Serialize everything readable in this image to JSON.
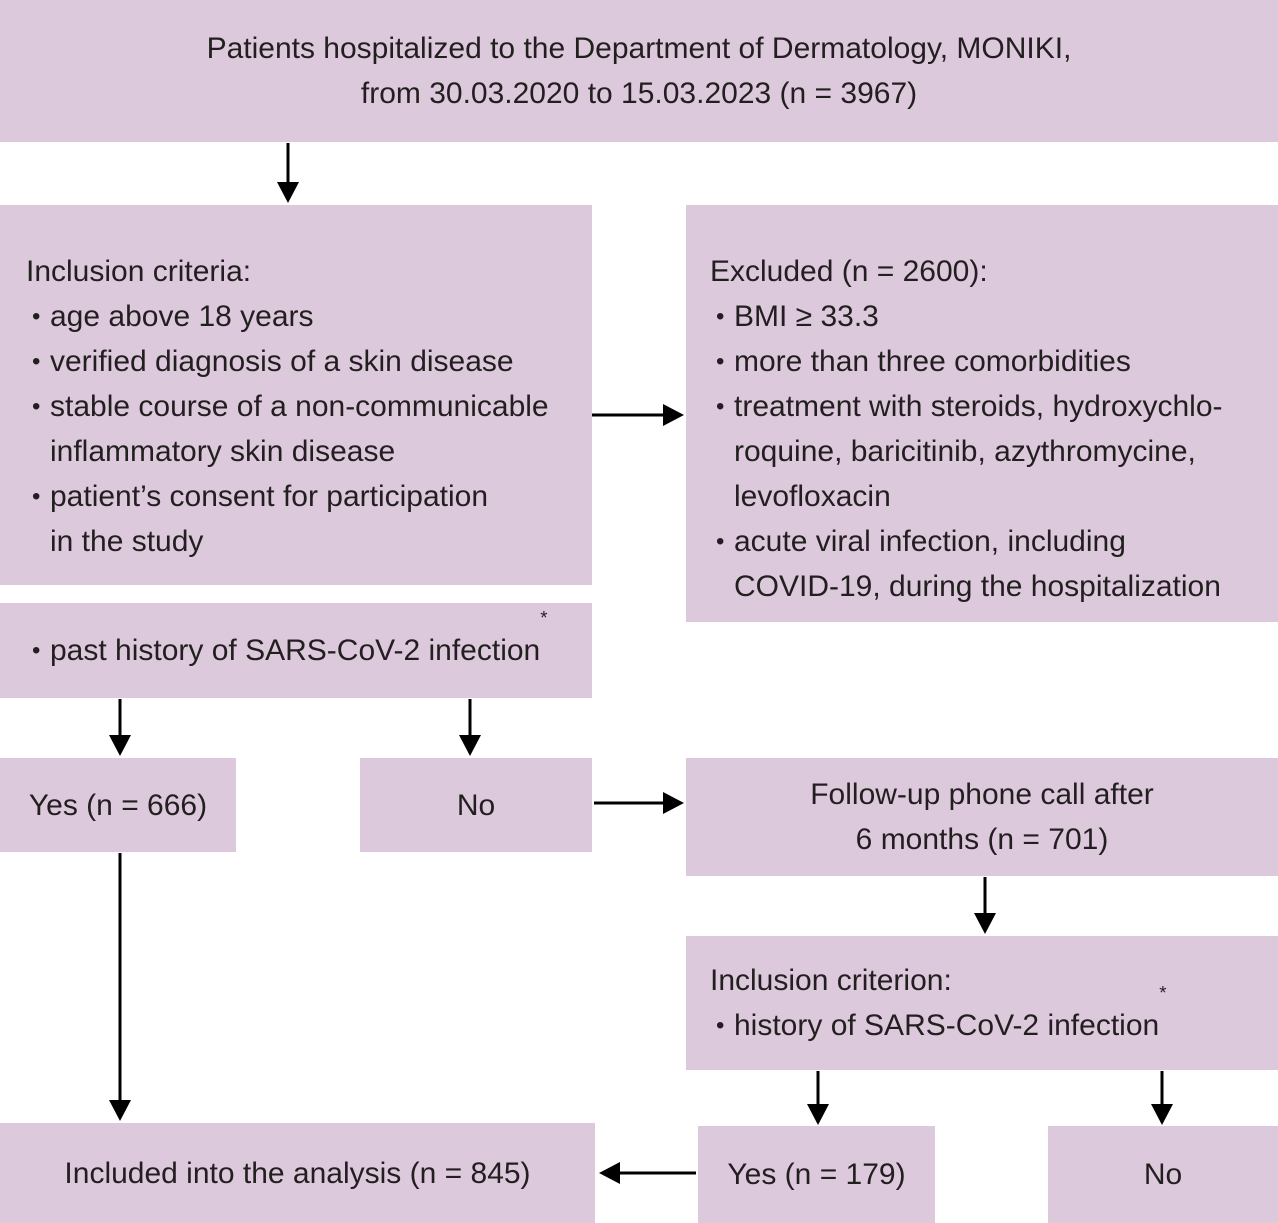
{
  "title_box": {
    "text": "Patients hospitalized to the Department of Dermatology, MONIKI,\nfrom 30.03.2020 to 15.03.2023 (n = 3967)"
  },
  "inclusion_box": {
    "heading": "Inclusion criteria:",
    "bullets": [
      "age above 18 years",
      "verified diagnosis of a skin disease",
      "stable course of a non-communicable\ninflammatory skin disease",
      "patient’s consent for participation\nin the study"
    ]
  },
  "excluded_box": {
    "heading": "Excluded (n = 2600):",
    "bullets": [
      "BMI ≥ 33.3",
      "more than three comorbidities",
      "treatment with steroids, hydroxychlo-\nroquine, baricitinib, azythromycine,\nlevofloxacin",
      "acute viral infection, including\nCOVID-19, during the hospitalization"
    ]
  },
  "past_history_box": {
    "bullet_text": "past history of SARS-CoV-2 infection",
    "superscript": "*"
  },
  "yes_666_box": {
    "label": "Yes (n = 666)"
  },
  "no_box_1": {
    "label": "No"
  },
  "followup_box": {
    "text": "Follow-up phone call after\n6 months (n = 701)"
  },
  "criterion_box": {
    "heading": "Inclusion criterion:",
    "bullet_text": "history of SARS-CoV-2 infection",
    "superscript": "*"
  },
  "included_box": {
    "label": "Included into the analysis (n = 845)"
  },
  "yes_179_box": {
    "label": "Yes (n = 179)"
  },
  "no_box_2": {
    "label": "No"
  },
  "colors": {
    "box_fill": "#dcc9db",
    "text": "#231f20",
    "arrow": "#000000"
  }
}
